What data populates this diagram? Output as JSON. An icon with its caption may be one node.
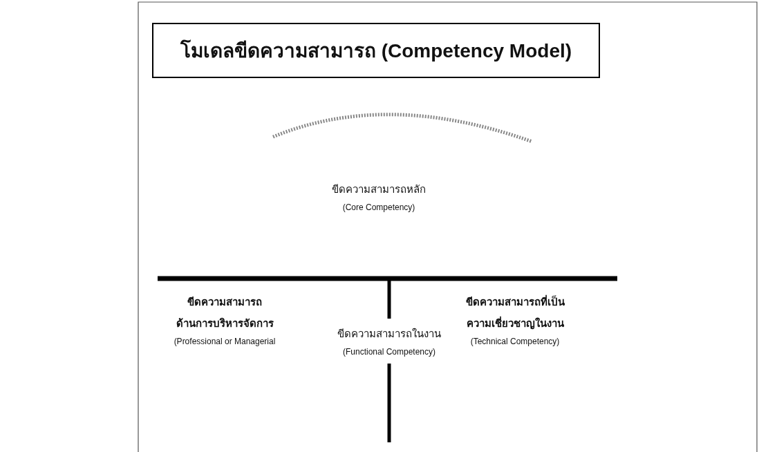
{
  "diagram": {
    "title": "โมเดลขีดความสามารถ (Competency Model)",
    "nodes": [
      {
        "text": [
          "ขีดความสามารถหลัก",
          "(Core Competency)"
        ]
      },
      {
        "text": [
          "ขีดความสามารถ ด้านการบริหารจัดการ",
          "(Professional or Managerial"
        ]
      },
      {
        "text": [
          "ขีดความสามารถในงาน",
          "(Functional Competency)"
        ]
      },
      {
        "text": [
          "ขีดความสามารถที่เป็น ความเชี่ยวชาญในงาน",
          "(Technical Competency)"
        ]
      }
    ],
    "edges": [
      {
        "from": null,
        "to": 2,
        "arrow": "none"
      },
      {
        "from": 2,
        "to": null,
        "arrow": "none"
      }
    ]
  }
}
